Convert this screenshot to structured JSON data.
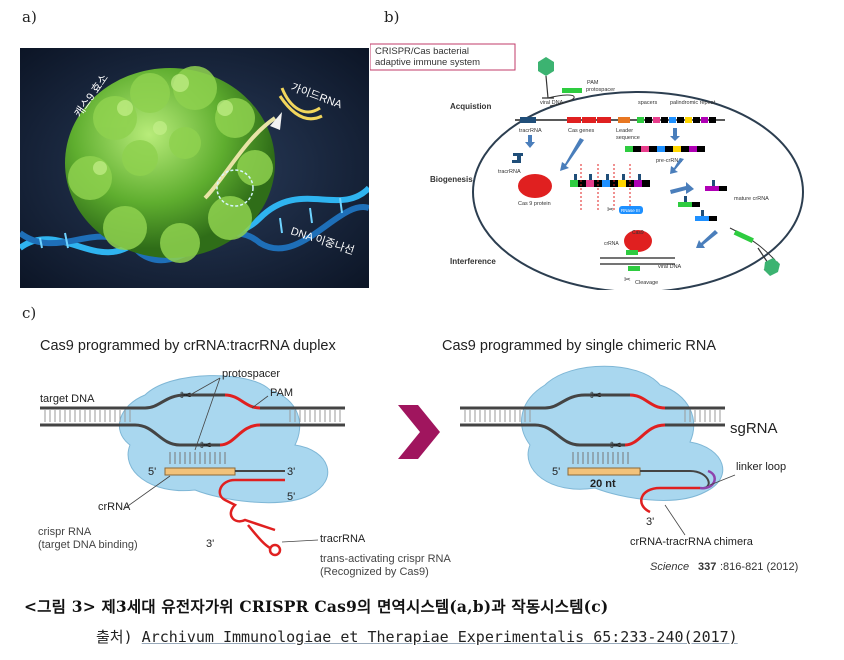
{
  "panels": {
    "a_label": "a)",
    "b_label": "b)",
    "c_label": "c)"
  },
  "panel_a": {
    "label_cas9": "캐스9 효소",
    "label_guide": "가이드RNA",
    "label_dna": "DNA 이중나선"
  },
  "panel_b": {
    "box_title_1": "CRISPR/Cas bacterial",
    "box_title_2": "adaptive immune system",
    "stage_acquisition": "Acquistion",
    "stage_biogenesis": "Biogenesis",
    "stage_interference": "Interference",
    "lbl_pam": "PAM",
    "lbl_protospacer": "protospacer",
    "lbl_viral_dna": "viral DNA",
    "lbl_tracrrna": "tracrRNA",
    "lbl_cas_genes": "Cas genes",
    "lbl_leader": "Leader",
    "lbl_sequence": "sequence",
    "lbl_spacers": "spacers",
    "lbl_palindromic": "palindromic repeat",
    "lbl_pre_crrna": "pre-crRNA",
    "lbl_tracrrna2": "tracrRNA",
    "lbl_cas9_protein": "Cas 9 protein",
    "lbl_rnase": "RNase III",
    "lbl_mature": "mature crRNA",
    "lbl_cas9": "Cas9",
    "lbl_crrna": "crRNA",
    "lbl_viral_dna2": "viral DNA",
    "lbl_cleavage": "Cleavage"
  },
  "panel_c": {
    "left_title": "Cas9 programmed by crRNA:tracrRNA duplex",
    "right_title": "Cas9 programmed by single chimeric RNA",
    "lbl_target_dna": "target DNA",
    "lbl_protospacer": "protospacer",
    "lbl_pam": "PAM",
    "lbl_crrna": "crRNA",
    "lbl_crispr_rna": "crispr RNA",
    "lbl_target_binding": "(target DNA binding)",
    "lbl_tracrrna": "tracrRNA",
    "lbl_trans_1": "trans-activating crispr RNA",
    "lbl_trans_2": "(Recognized by Cas9)",
    "lbl_5a": "5'",
    "lbl_3a": "3'",
    "lbl_5b": "5'",
    "lbl_3b": "3'",
    "lbl_sgrna": "sgRNA",
    "lbl_linker": "linker loop",
    "lbl_20nt": "20 nt",
    "lbl_5c": "5'",
    "lbl_3c": "3'",
    "lbl_chimera": "crRNA-tracrRNA chimera",
    "citation_journal": "Science",
    "citation_volume": "337",
    "citation_rest": ":816-821 (2012)"
  },
  "caption": "<그림 3> 제3세대 유전자가위 CRISPR Cas9의 면역시스템(a,b)과 작동시스템(c)",
  "source_prefix": "출처) ",
  "source_text": "Archivum Immunologiae et Therapiae Experimentalis 65:233-240(2017)",
  "colors": {
    "dna_blue": "#2a9fd6",
    "protein_green": "#6cbf3a",
    "cas_red": "#e02020",
    "bubble_blue": "#a9d7ef",
    "arrow_magenta": "#a0155e",
    "tan_rna": "#f2c27a"
  }
}
